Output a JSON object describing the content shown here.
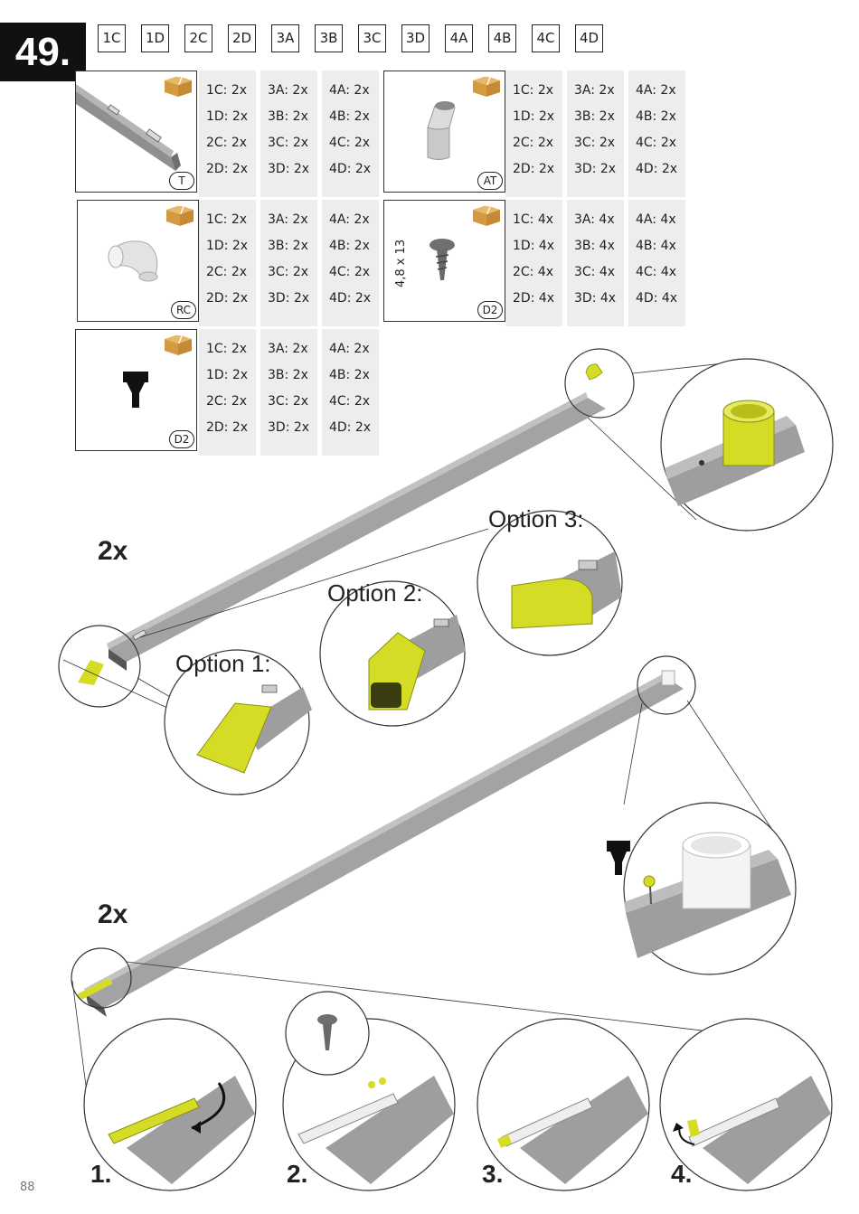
{
  "step": "49.",
  "models": [
    "1C",
    "1D",
    "2C",
    "2D",
    "3A",
    "3B",
    "3C",
    "3D",
    "4A",
    "4B",
    "4C",
    "4D"
  ],
  "parts": [
    {
      "code": "T",
      "box": "7",
      "label": "",
      "columns": [
        [
          "1C:  2x",
          "1D:  2x",
          "2C:  2x",
          "2D:  2x"
        ],
        [
          "3A:  2x",
          "3B:  2x",
          "3C:  2x",
          "3D:  2x"
        ],
        [
          "4A:  2x",
          "4B:  2x",
          "4C:  2x",
          "4D:  2x"
        ]
      ]
    },
    {
      "code": "AT",
      "box": "7",
      "label": "",
      "columns": [
        [
          "1C:  2x",
          "1D:  2x",
          "2C:  2x",
          "2D:  2x"
        ],
        [
          "3A:  2x",
          "3B:  2x",
          "3C:  2x",
          "3D:  2x"
        ],
        [
          "4A:  2x",
          "4B:  2x",
          "4C:  2x",
          "4D:  2x"
        ]
      ]
    },
    {
      "code": "RC",
      "box": "7",
      "label": "",
      "columns": [
        [
          "1C:  2x",
          "1D:  2x",
          "2C:  2x",
          "2D:  2x"
        ],
        [
          "3A:  2x",
          "3B:  2x",
          "3C:  2x",
          "3D:  2x"
        ],
        [
          "4A:  2x",
          "4B:  2x",
          "4C:  2x",
          "4D:  2x"
        ]
      ]
    },
    {
      "code": "D2",
      "box": "7",
      "label": "4,8 x 13",
      "columns": [
        [
          "1C:  4x",
          "1D:  4x",
          "2C:  4x",
          "2D:  4x"
        ],
        [
          "3A:  4x",
          "3B:  4x",
          "3C:  4x",
          "3D:  4x"
        ],
        [
          "4A:  4x",
          "4B:  4x",
          "4C:  4x",
          "4D:  4x"
        ]
      ]
    },
    {
      "code": "D2",
      "box": "7",
      "label": "",
      "columns": [
        [
          "1C:  2x",
          "1D:  2x",
          "2C:  2x",
          "2D:  2x"
        ],
        [
          "3A:  2x",
          "3B:  2x",
          "3C:  2x",
          "3D:  2x"
        ],
        [
          "4A:  2x",
          "4B:  2x",
          "4C:  2x",
          "4D:  2x"
        ]
      ]
    }
  ],
  "multipliers": [
    "2x",
    "2x"
  ],
  "options": [
    "Option 1:",
    "Option 2:",
    "Option 3:"
  ],
  "steps": [
    "1.",
    "2.",
    "3.",
    "4."
  ],
  "page_number": "88",
  "colors": {
    "accent": "#d4dc26",
    "rail": "#9a9a9c",
    "box": "#d8a24a",
    "ink": "#111111"
  }
}
